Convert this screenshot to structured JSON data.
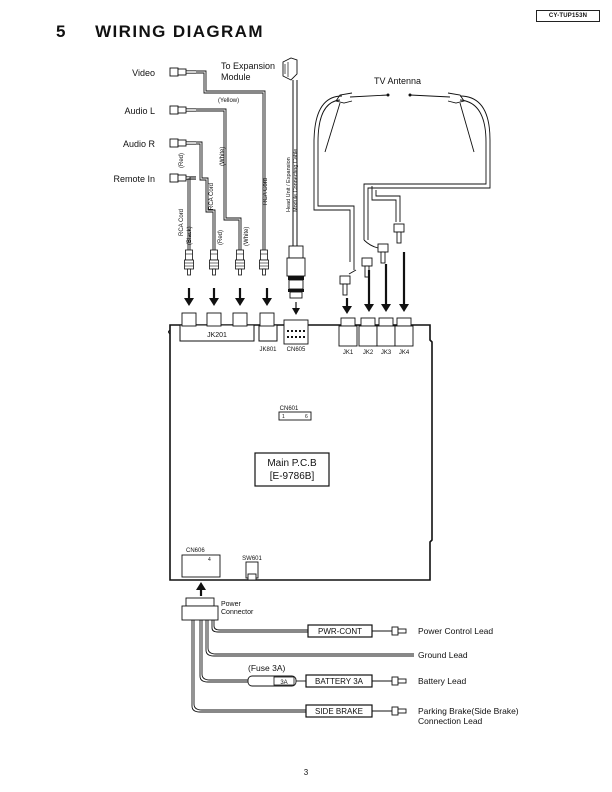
{
  "header": {
    "model_code": "CY-TUP153N"
  },
  "section": {
    "number": "5",
    "title": "WIRING DIAGRAM"
  },
  "inputs": {
    "video": "Video",
    "audio_l": "Audio  L",
    "audio_r": "Audio  R",
    "remote_in": "Remote In",
    "to_expansion": "To Expansion",
    "module": "Module",
    "tv_antenna": "TV  Antenna"
  },
  "cables": {
    "yellow": "(Yellow)",
    "red_upper": "(Red)",
    "white_upper": "(White)",
    "rca_cord_a": "RCA Cord",
    "black": "(Black)",
    "rca_cord_b": "RCA Cord",
    "red_lower": "(Red)",
    "white_lower": "(White)",
    "rca_cord_c": "RCA Cord",
    "expansion_cable_1": "Head Unit / Expansion",
    "expansion_cable_2": "Module Connecting Cable"
  },
  "board": {
    "jk201": "JK201",
    "jk801": "JK801",
    "cn605": "CN605",
    "jk1": "JK1",
    "jk2": "JK2",
    "jk3": "JK3",
    "jk4": "JK4",
    "cn601": "CN601",
    "cn601_pin_1": "1",
    "cn601_pin_6": "6",
    "main_pcb_line1": "Main  P.C.B",
    "main_pcb_line2": "[E-9786B]",
    "cn606": "CN606",
    "cn606_pin": "4",
    "sw601": "SW601"
  },
  "power": {
    "power_connector_1": "Power",
    "power_connector_2": "Connector",
    "pwr_cont": "PWR-CONT",
    "power_control_lead": "Power Control Lead",
    "ground_lead": "Ground Lead",
    "fuse_label": "(Fuse  3A)",
    "fuse_rating": "3A",
    "battery_3a": "BATTERY 3A",
    "battery_lead": "Battery Lead",
    "side_brake": "SIDE BRAKE",
    "parking_brake_1": "Parking Brake(Side Brake)",
    "parking_brake_2": "Connection Lead"
  },
  "footer": {
    "page_number": "3"
  }
}
